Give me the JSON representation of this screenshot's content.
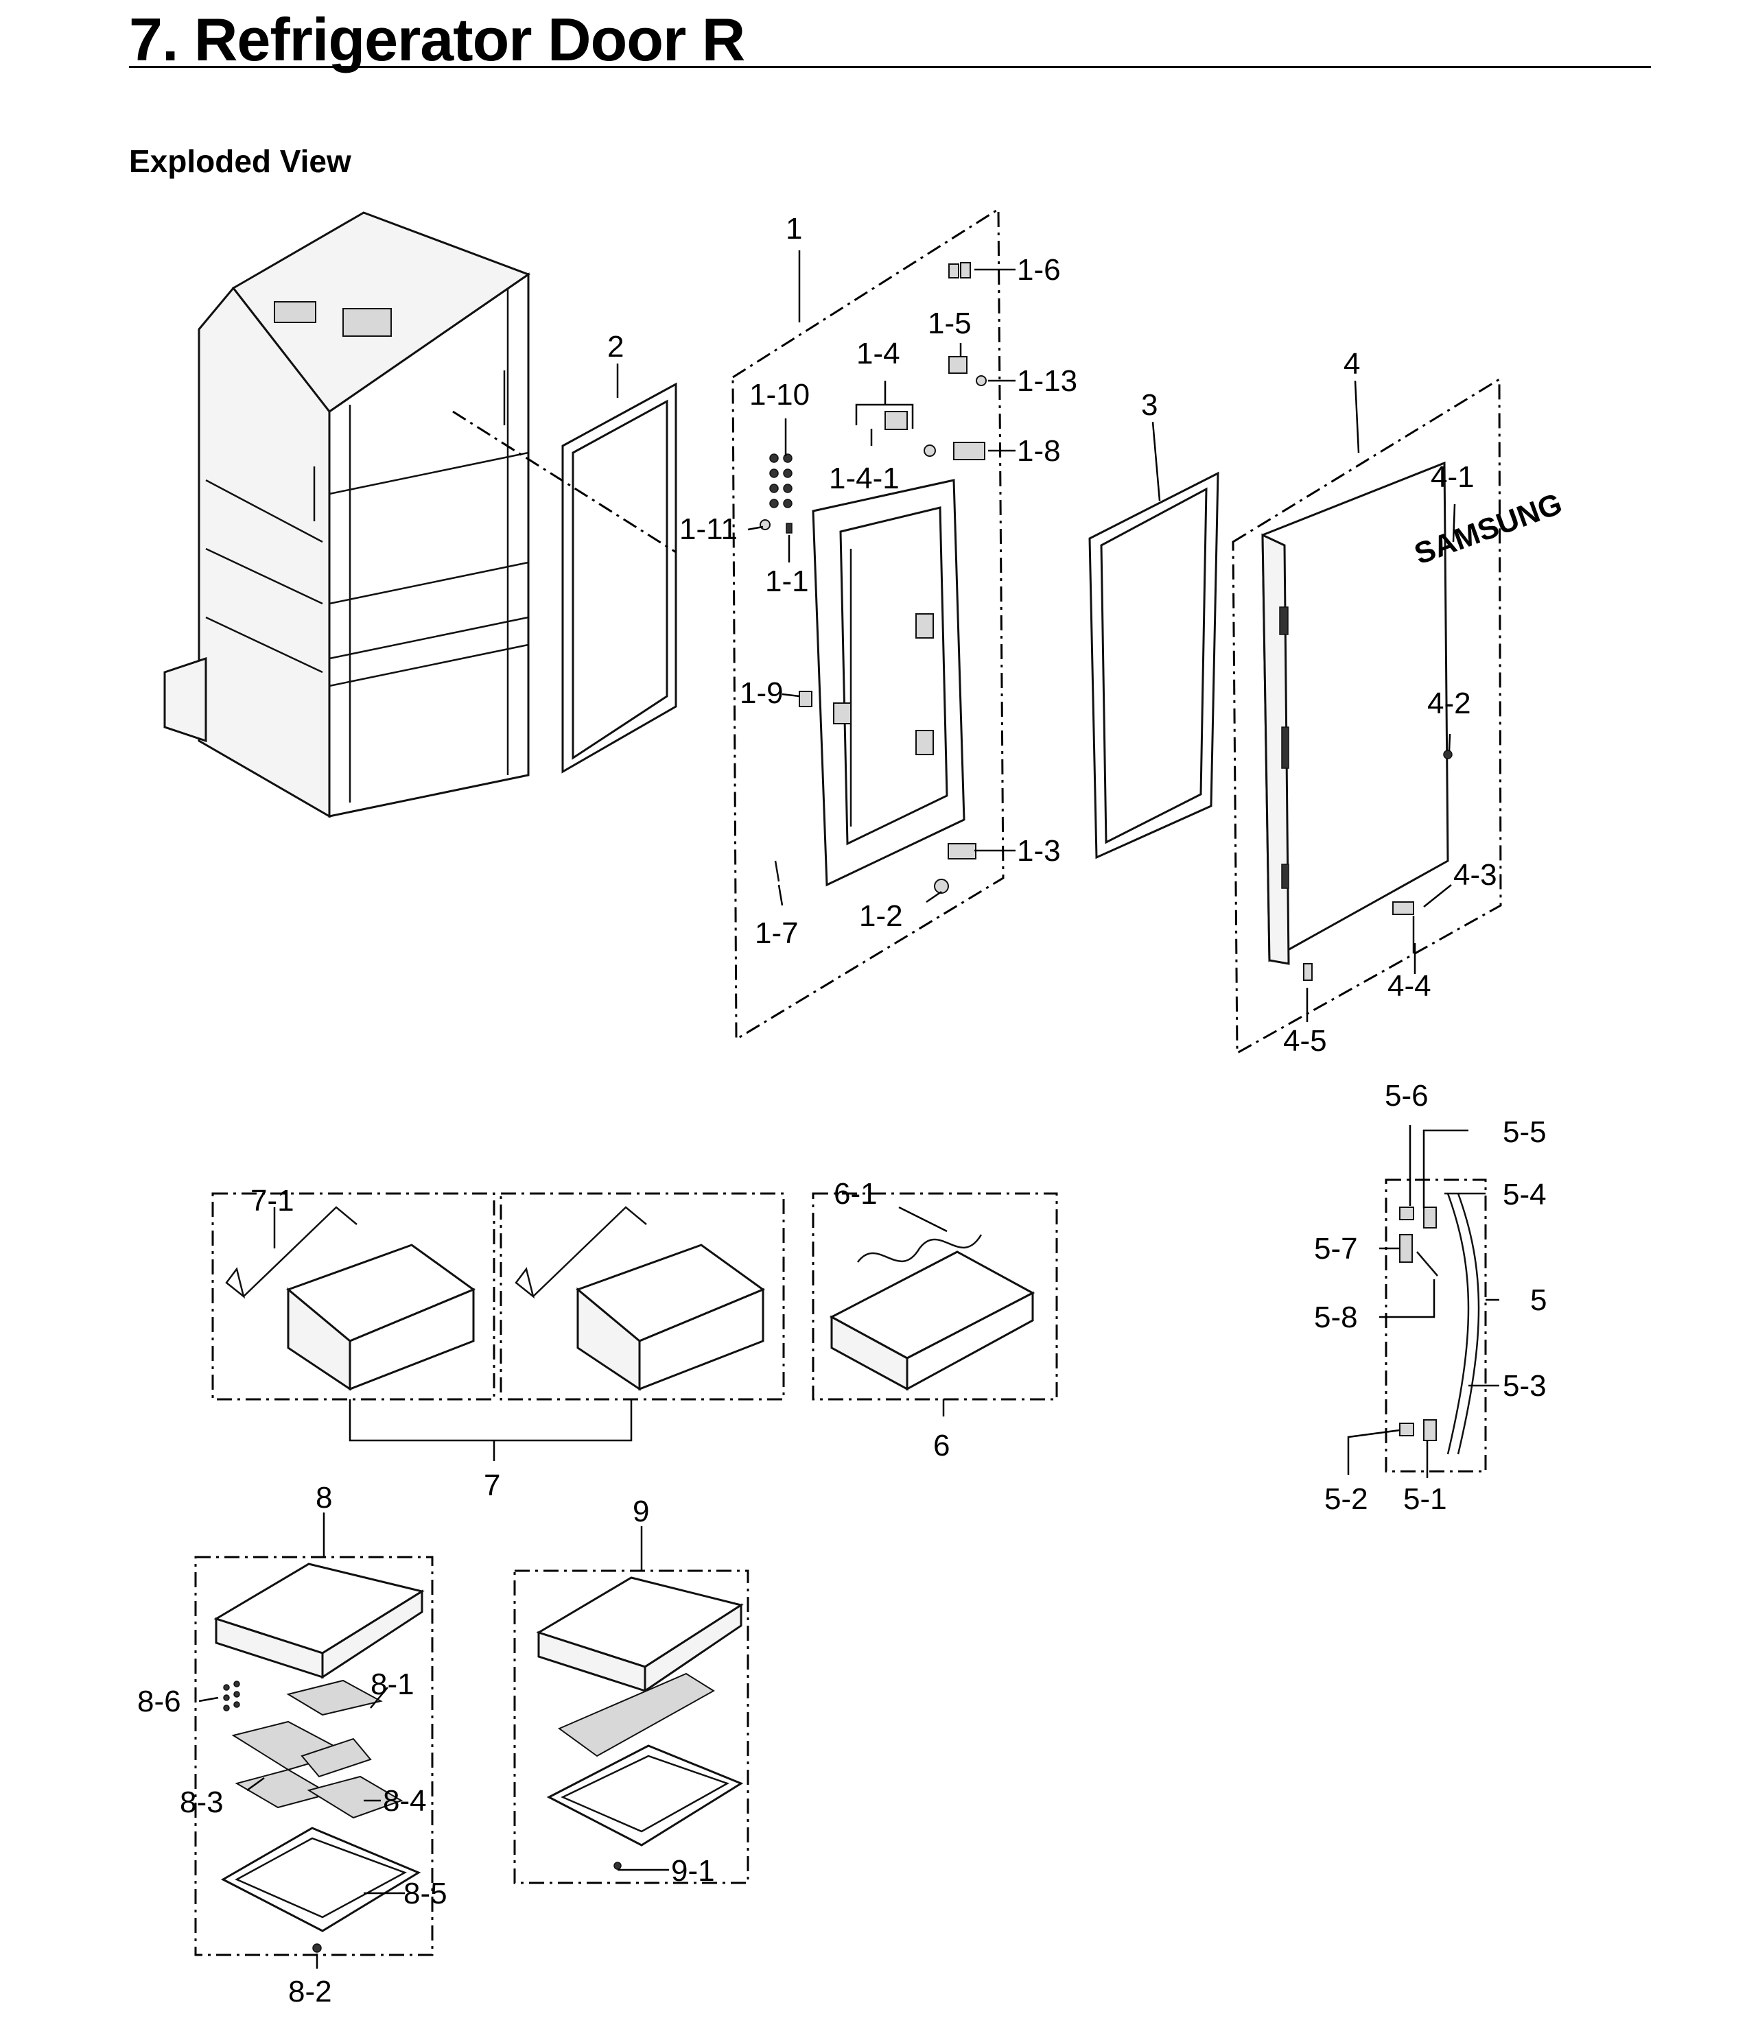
{
  "header": {
    "title": "7.  Refrigerator Door R",
    "subtitle": "Exploded View"
  },
  "labels": {
    "p1": "1",
    "p1_1": "1-1",
    "p1_2": "1-2",
    "p1_3": "1-3",
    "p1_4": "1-4",
    "p1_4_1": "1-4-1",
    "p1_5": "1-5",
    "p1_6": "1-6",
    "p1_7": "1-7",
    "p1_8": "1-8",
    "p1_9": "1-9",
    "p1_10": "1-10",
    "p1_11": "1-11",
    "p1_13": "1-13",
    "p2": "2",
    "p3": "3",
    "p4": "4",
    "p4_1": "4-1",
    "p4_2": "4-2",
    "p4_3": "4-3",
    "p4_4": "4-4",
    "p4_5": "4-5",
    "p5": "5",
    "p5_1": "5-1",
    "p5_2": "5-2",
    "p5_3": "5-3",
    "p5_4": "5-4",
    "p5_5": "5-5",
    "p5_6": "5-6",
    "p5_7": "5-7",
    "p5_8": "5-8",
    "p6": "6",
    "p6_1": "6-1",
    "p7": "7",
    "p7_1": "7-1",
    "p8": "8",
    "p8_1": "8-1",
    "p8_2": "8-2",
    "p8_3": "8-3",
    "p8_4": "8-4",
    "p8_5": "8-5",
    "p8_6": "8-6",
    "p9": "9",
    "p9_1": "9-1"
  },
  "brand_mark": "SAMSUNG"
}
